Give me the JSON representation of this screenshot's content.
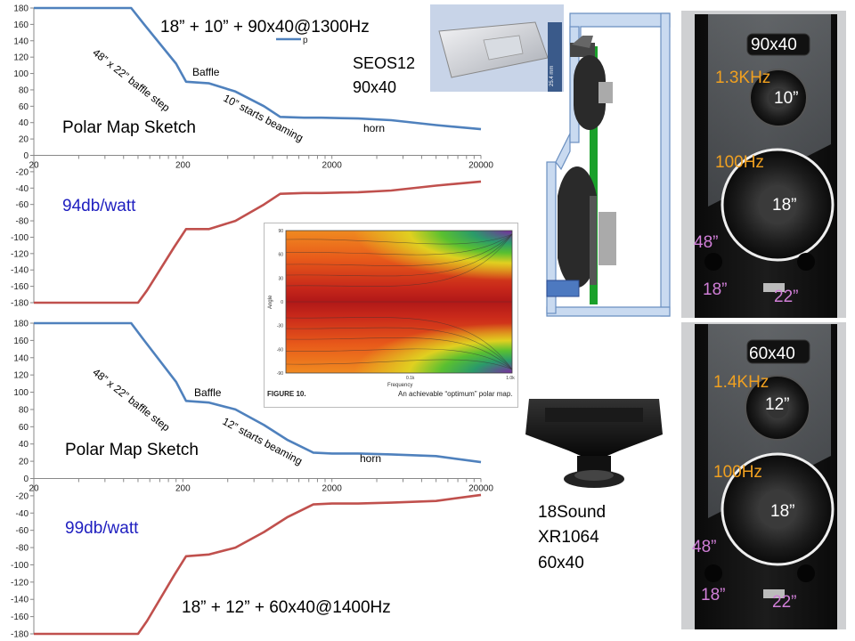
{
  "chart_data": [
    {
      "type": "line",
      "ylim": [
        -180,
        180
      ],
      "yticks": [
        180,
        160,
        140,
        120,
        100,
        80,
        60,
        40,
        20,
        0,
        -20,
        -40,
        -60,
        -80,
        -100,
        -120,
        -140,
        -160,
        -180
      ],
      "x_scale": "log",
      "xlim": [
        20,
        20000
      ],
      "xticks": [
        20,
        200,
        2000,
        20000
      ],
      "grid": false,
      "series": [
        {
          "name": "p",
          "color": "#4f81bd",
          "x": [
            20,
            90,
            110,
            180,
            210,
            300,
            450,
            700,
            900,
            1300,
            1700,
            3000,
            5000,
            10000,
            20000
          ],
          "y": [
            180,
            180,
            160,
            112,
            90,
            88,
            78,
            60,
            47,
            46,
            46,
            45,
            43,
            37,
            32
          ]
        },
        {
          "color": "#c0504d",
          "x": [
            20,
            100,
            115,
            175,
            210,
            300,
            450,
            700,
            900,
            1300,
            1700,
            3000,
            5000,
            10000,
            20000
          ],
          "y": [
            -180,
            -180,
            -165,
            -112,
            -90,
            -90,
            -80,
            -60,
            -47,
            -46,
            -46,
            -45,
            -43,
            -37,
            -32
          ]
        }
      ],
      "legend": [
        "p"
      ],
      "annotations": {
        "title": "18” + 10” + 90x40@1300Hz",
        "model": "SEOS12",
        "model_pattern": "90x40",
        "baffle_step": "48” x 22” baffle step",
        "baffle": "Baffle",
        "beaming": "10” starts beaming",
        "horn": "horn",
        "sketch": "Polar Map Sketch",
        "sensitivity": "94db/watt"
      }
    },
    {
      "type": "line",
      "ylim": [
        -180,
        180
      ],
      "yticks": [
        180,
        160,
        140,
        120,
        100,
        80,
        60,
        40,
        20,
        0,
        -20,
        -40,
        -60,
        -80,
        -100,
        -120,
        -140,
        -160,
        -180
      ],
      "x_scale": "log",
      "xlim": [
        20,
        20000
      ],
      "xticks": [
        20,
        200,
        2000,
        20000
      ],
      "grid": false,
      "series": [
        {
          "color": "#4f81bd",
          "x": [
            20,
            90,
            110,
            180,
            210,
            300,
            450,
            700,
            1000,
            1500,
            2000,
            3000,
            5000,
            10000,
            20000
          ],
          "y": [
            180,
            180,
            160,
            112,
            90,
            88,
            80,
            62,
            45,
            30,
            29,
            29,
            28,
            26,
            19
          ]
        },
        {
          "color": "#c0504d",
          "x": [
            20,
            100,
            115,
            175,
            210,
            300,
            450,
            700,
            1000,
            1500,
            2000,
            3000,
            5000,
            10000,
            20000
          ],
          "y": [
            -180,
            -180,
            -165,
            -112,
            -90,
            -88,
            -80,
            -62,
            -45,
            -30,
            -29,
            -29,
            -28,
            -26,
            -19
          ]
        }
      ],
      "annotations": {
        "title": "18” + 12” + 60x40@1400Hz",
        "baffle_step": "48” x 22” baffle step",
        "baffle": "Baffle",
        "beaming": "12” starts beaming",
        "horn": "horn",
        "sketch": "Polar Map Sketch",
        "sensitivity": "99db/watt"
      }
    },
    {
      "type": "heatmap",
      "xlabel": "Frequency",
      "ylabel": "Angle",
      "yticks": [
        90,
        60,
        30,
        0,
        -30,
        -60,
        -90
      ],
      "xticks": [
        "0.1k",
        "1.0k"
      ],
      "caption_label": "FIGURE 10.",
      "caption_text": "An achievable “optimum” polar map."
    }
  ],
  "callouts": {
    "horn_size": "25.4 mm",
    "product_brand": "18Sound",
    "product_model": "XR1064",
    "product_pattern": "60x40"
  },
  "photo_top": {
    "horn": "90x40",
    "crossover_high": "1.3KHz",
    "mid_driver": "10”",
    "crossover_low": "100Hz",
    "woofer": "18”",
    "height": "48”",
    "depth": "18”",
    "width": "22”"
  },
  "photo_bottom": {
    "horn": "60x40",
    "crossover_high": "1.4KHz",
    "mid_driver": "12”",
    "crossover_low": "100Hz",
    "woofer": "18”",
    "height": "48”",
    "depth": "18”",
    "width": "22”"
  },
  "colors": {
    "blue_curve": "#4f81bd",
    "red_curve": "#c0504d",
    "orange_label": "#f0a020",
    "pink_label": "#d17fd8",
    "sensitivity_text": "#2020c0"
  }
}
